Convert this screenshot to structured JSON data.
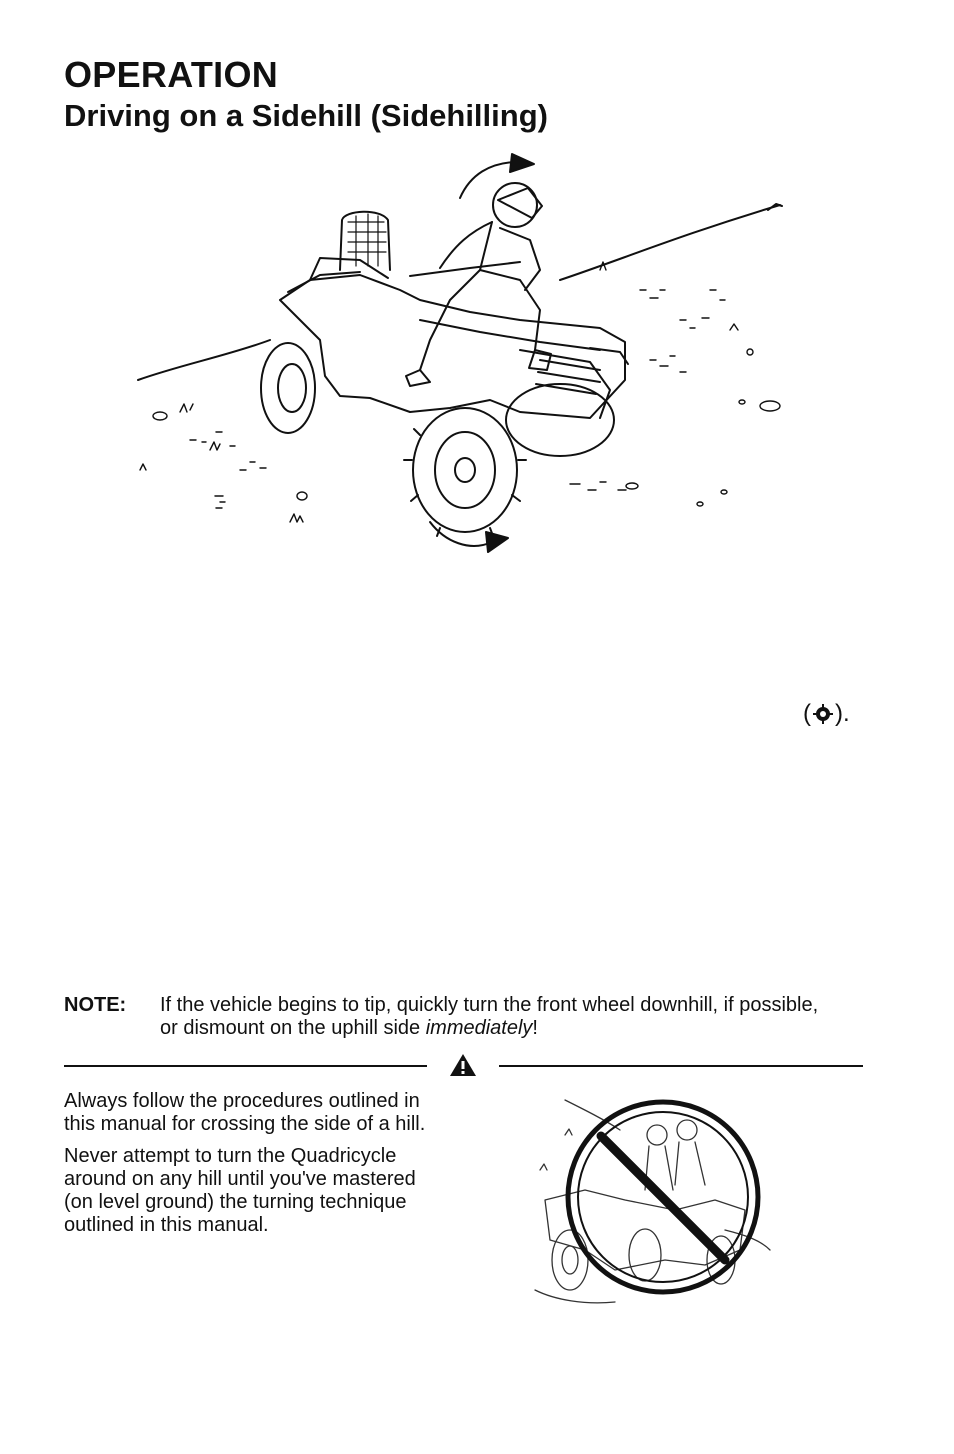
{
  "header": {
    "section": "OPERATION",
    "subtitle": "Driving on a Sidehill (Sidehilling)"
  },
  "main_illustration": {
    "icon": "atv-sidehill-illustration"
  },
  "symbol_reference": {
    "open": "(",
    "close": ").",
    "icon": "drive-system-icon"
  },
  "note": {
    "label": "NOTE:",
    "text_before": "If the vehicle begins to tip, quickly turn the front wheel downhill, if possible, or dismount on the uphill side ",
    "emphasis": "immediately",
    "text_after": "!"
  },
  "warning": {
    "icon": "warning-triangle-icon",
    "paragraphs": [
      "Always follow the procedures outlined in this manual for crossing the side of a hill.",
      "Never attempt to turn the Quadricycle around on any hill until you've mastered (on level ground) the turning technique outlined in this manual."
    ]
  },
  "prohibition_illustration": {
    "icon": "prohibited-sign-icon"
  }
}
